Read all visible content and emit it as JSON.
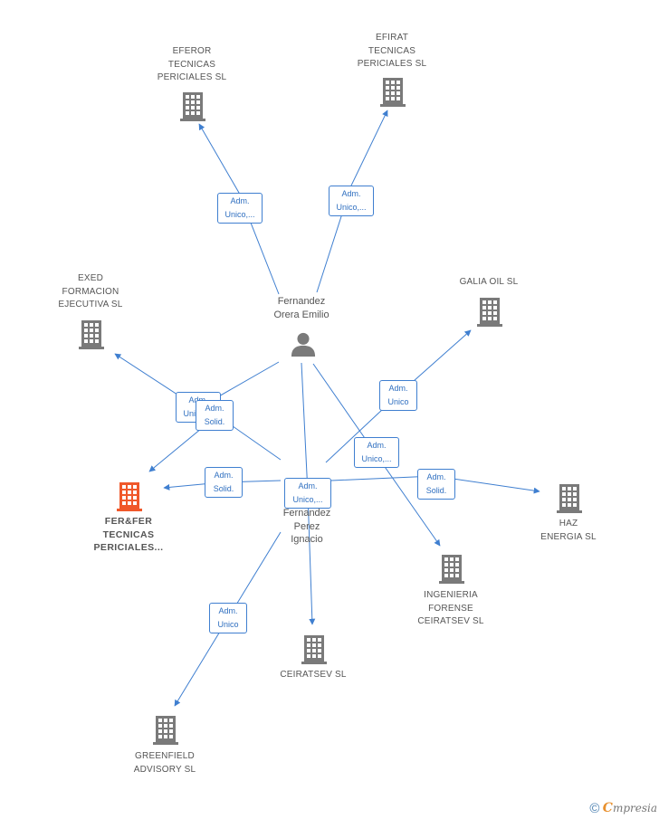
{
  "colors": {
    "edge": "#3f7fd0",
    "building": "#7a7a7a",
    "main_building": "#f0582a",
    "person": "#7a7a7a"
  },
  "persons": [
    {
      "id": "fernandez-orera",
      "label": "Fernandez\nOrera Emilio"
    },
    {
      "id": "fernandez-perez",
      "label": "Fernandez\nPerez\nIgnacio"
    }
  ],
  "companies": [
    {
      "id": "eferor",
      "label": "EFEROR\nTECNICAS\nPERICIALES  SL"
    },
    {
      "id": "efirat",
      "label": "EFIRAT\nTECNICAS\nPERICIALES  SL"
    },
    {
      "id": "exed",
      "label": "EXED\nFORMACION\nEJECUTIVA  SL"
    },
    {
      "id": "galia",
      "label": "GALIA OIL  SL"
    },
    {
      "id": "ferfer",
      "label": "FER&FER\nTECNICAS\nPERICIALES..."
    },
    {
      "id": "haz",
      "label": "HAZ\nENERGIA  SL"
    },
    {
      "id": "ingenieria",
      "label": "INGENIERIA\nFORENSE\nCEIRATSEV  SL"
    },
    {
      "id": "ceiratsev",
      "label": "CEIRATSEV SL"
    },
    {
      "id": "greenfield",
      "label": "GREENFIELD\nADVISORY  SL"
    }
  ],
  "edges": [
    {
      "id": "orera-eferor",
      "label": "Adm.\nUnico,..."
    },
    {
      "id": "orera-efirat",
      "label": "Adm.\nUnico,..."
    },
    {
      "id": "orera-exed",
      "label": "Adm.\nUnico,..."
    },
    {
      "id": "orera-ferfer",
      "label": "Adm.\nSolid."
    },
    {
      "id": "perez-galia",
      "label": "Adm.\nUnico"
    },
    {
      "id": "orera-ingenieria",
      "label": "Adm.\nUnico,..."
    },
    {
      "id": "perez-ferfer",
      "label": "Adm.\nSolid."
    },
    {
      "id": "perez-haz",
      "label": "Adm.\nSolid."
    },
    {
      "id": "orera-ceiratsev",
      "label": "Adm.\nUnico,..."
    },
    {
      "id": "perez-greenfield",
      "label": "Adm.\nUnico"
    }
  ],
  "brand": {
    "copyright": "©",
    "initial": "C",
    "name": "mpresia"
  }
}
